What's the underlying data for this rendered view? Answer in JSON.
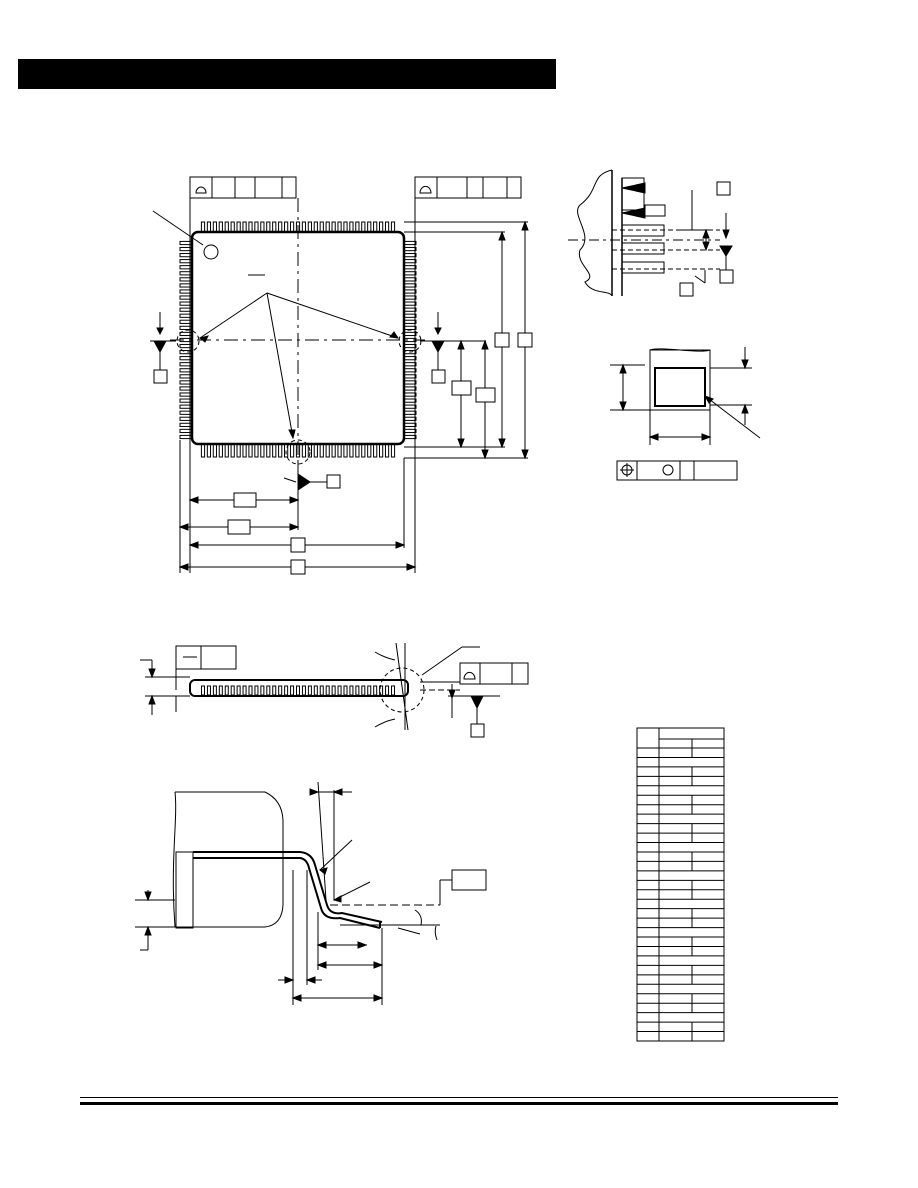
{
  "page": {
    "header_bar_text": "",
    "footer_text": ""
  },
  "views": [
    {
      "id": "top-view",
      "kind": "package-top-view"
    },
    {
      "id": "detail-a",
      "kind": "lead-detail"
    },
    {
      "id": "detail-section",
      "kind": "lead-cross-section"
    },
    {
      "id": "side-view",
      "kind": "package-side-view"
    },
    {
      "id": "lead-profile",
      "kind": "gull-wing-lead-detail"
    },
    {
      "id": "dimension-table",
      "kind": "empty-table"
    }
  ],
  "package": {
    "leads_per_side_visible": 33,
    "datum_symbols": [
      "flatness-symbol",
      "position-symbol"
    ]
  },
  "table": {
    "rows": 31,
    "columns": 3
  },
  "colors": {
    "line": "#000000",
    "background": "#ffffff"
  }
}
